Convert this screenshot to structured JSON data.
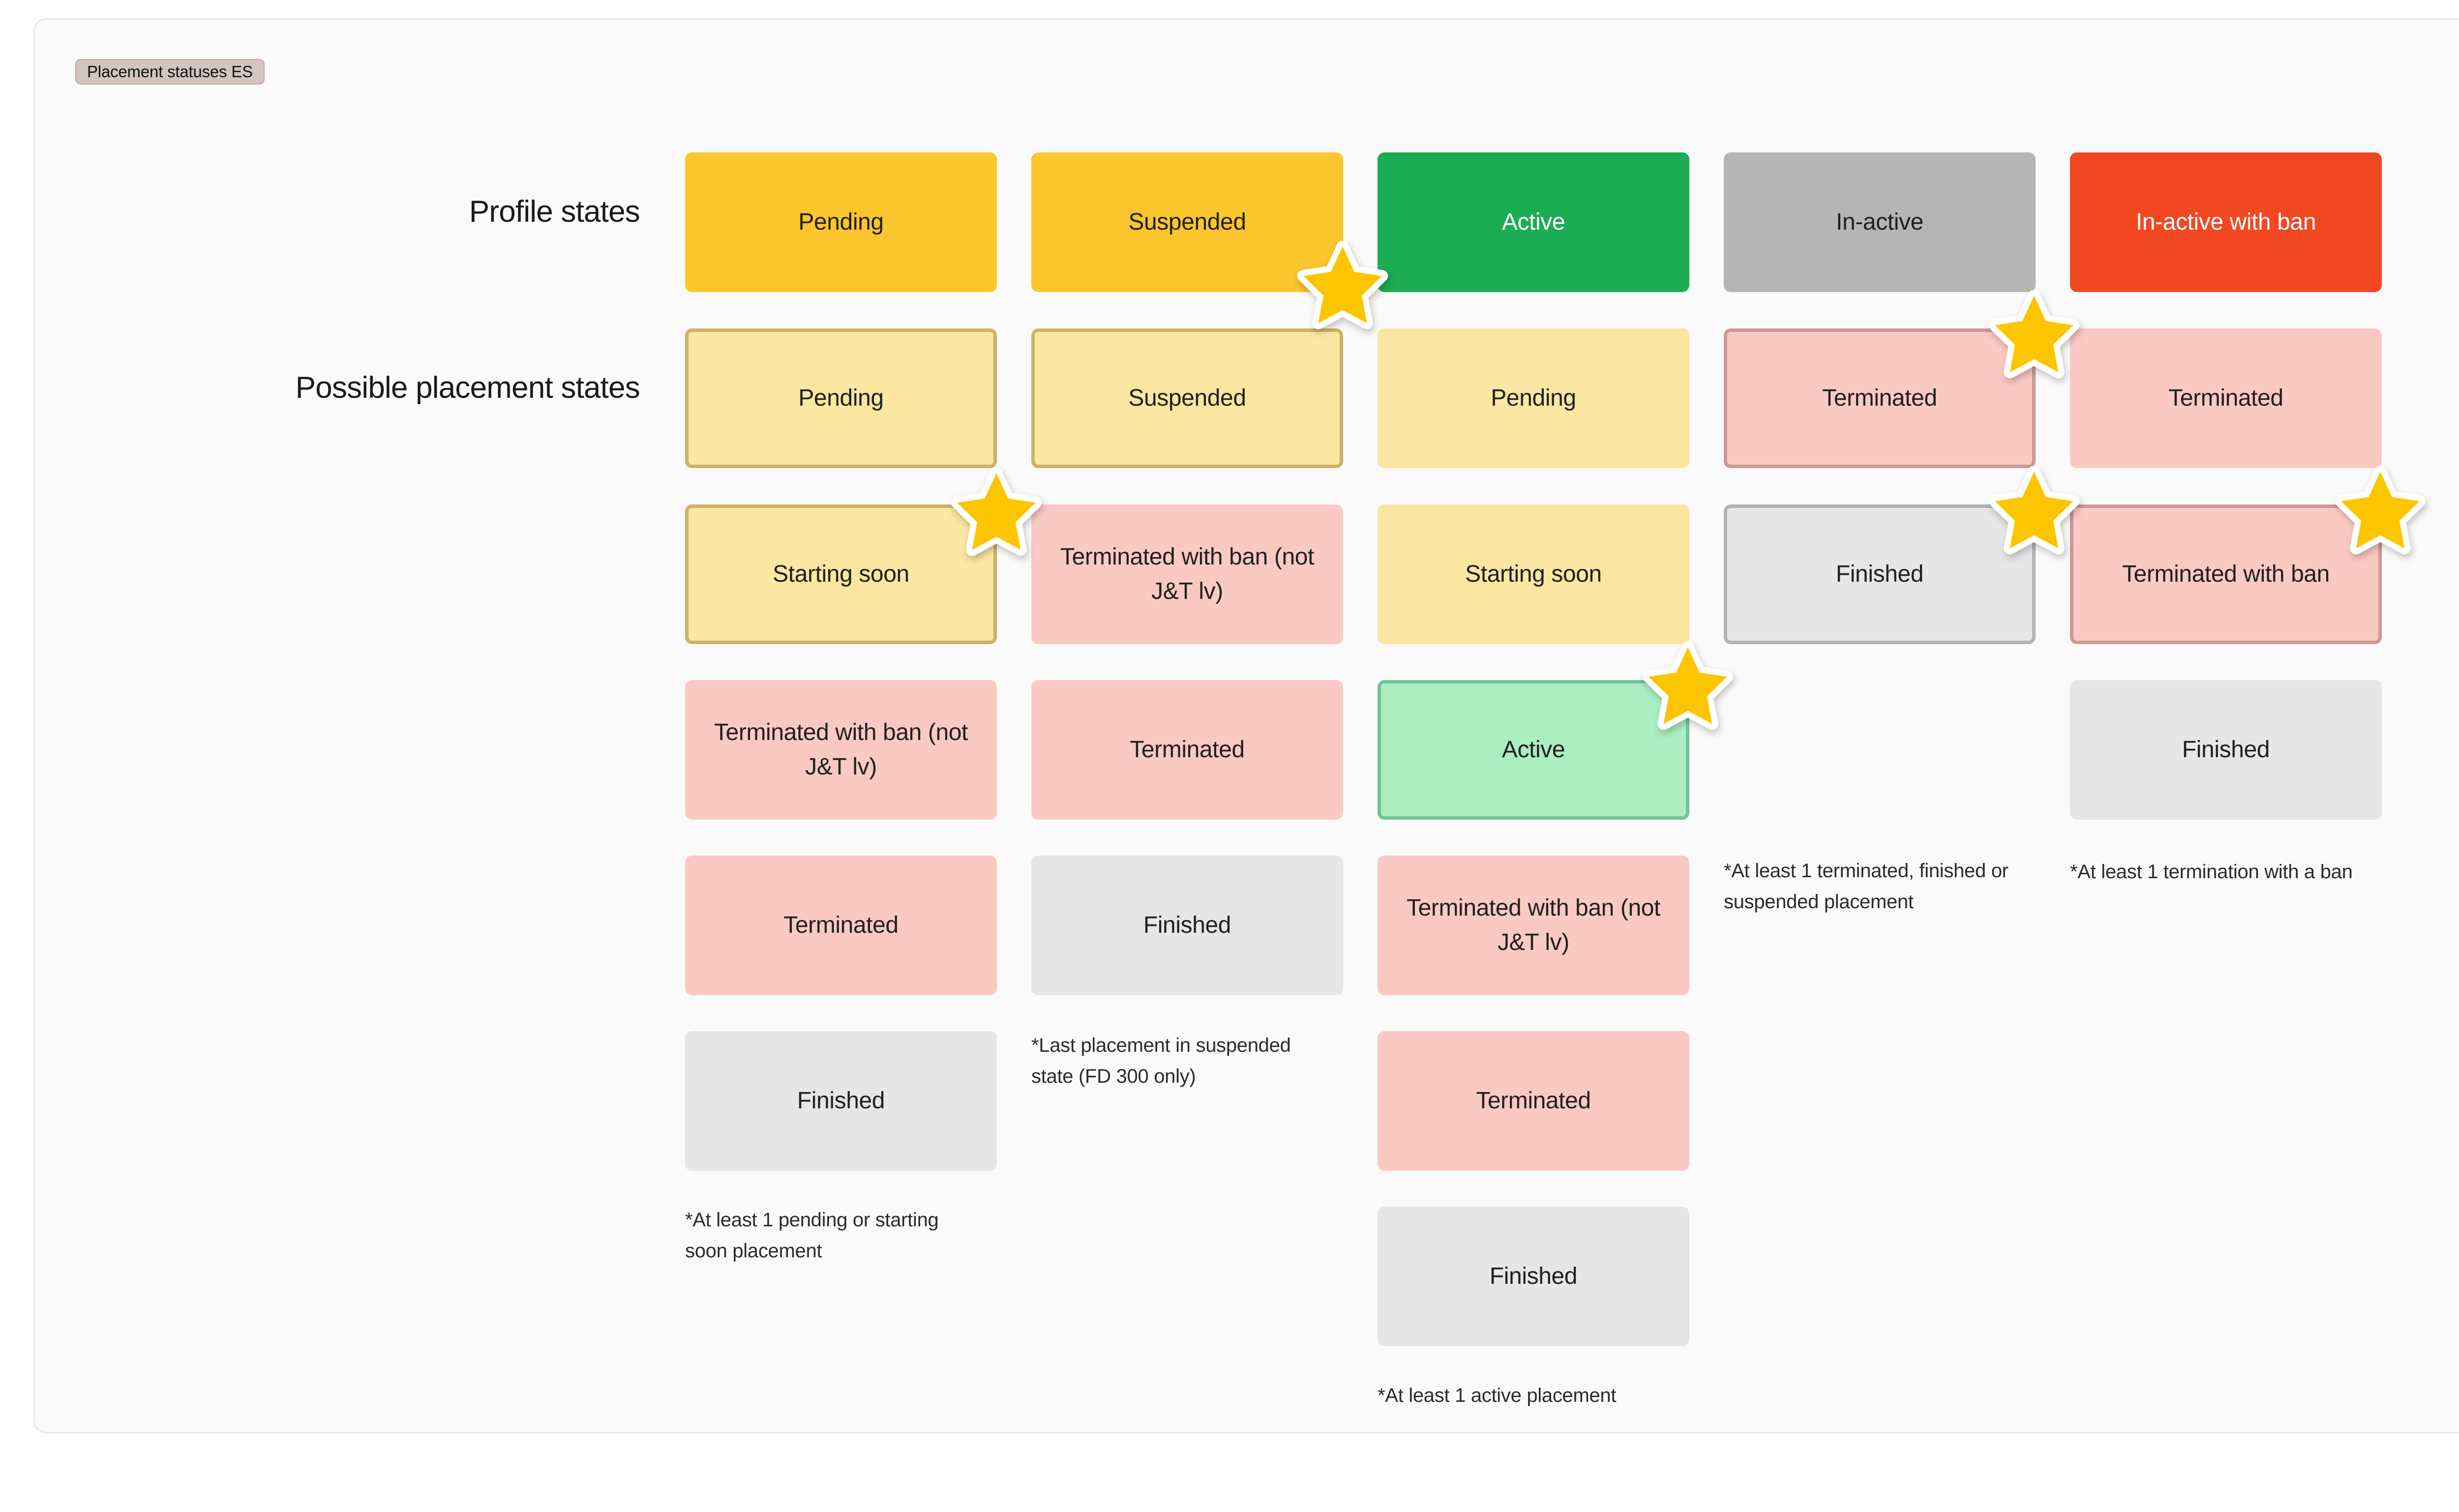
{
  "badge": {
    "label": "Placement statuses ES"
  },
  "labels": {
    "profile_states": "Profile states",
    "placement_states": "Possible placement states"
  },
  "colors": {
    "header_yellow": "#fbc52d",
    "header_green": "#1cac54",
    "header_gray": "#b5b5b5",
    "header_red": "#f24822",
    "cell_yellow": "#fbe6a2",
    "cell_pink": "#fbc9c4",
    "cell_gray": "#e6e6e6",
    "cell_green": "#aaeec2",
    "star": "#fdc500",
    "canvas": "#fafafa",
    "badge": "#d3c4c1"
  },
  "columns": [
    {
      "header": "Pending",
      "cells": [
        "Pending",
        "Starting soon",
        "Terminated with ban (not J&T lv)",
        "Terminated",
        "Finished"
      ],
      "note": "*At least 1 pending or starting soon placement"
    },
    {
      "header": "Suspended",
      "cells": [
        "Suspended",
        "Terminated with ban (not J&T lv)",
        "Terminated",
        "Finished"
      ],
      "note": "*Last placement in suspended state (FD 300 only)"
    },
    {
      "header": "Active",
      "cells": [
        "Pending",
        "Starting soon",
        "Active",
        "Terminated with ban (not J&T lv)",
        "Terminated",
        "Finished"
      ],
      "note": "*At least 1 active placement"
    },
    {
      "header": "In-active",
      "cells": [
        "Terminated",
        "Finished"
      ],
      "note": "*At least 1 terminated, finished or suspended placement"
    },
    {
      "header": "In-active with ban",
      "cells": [
        "Terminated",
        "Terminated with ban",
        "Finished"
      ],
      "note": "*At least 1 termination with a ban"
    }
  ],
  "star_markers": [
    {
      "column": "Suspended",
      "on_cell": "header-Suspended"
    },
    {
      "column": "Pending",
      "on_cell": "Starting soon"
    },
    {
      "column": "Active",
      "on_cell": "Active"
    },
    {
      "column": "In-active",
      "on_cell": "Terminated"
    },
    {
      "column": "In-active",
      "on_cell": "Finished"
    },
    {
      "column": "In-active with ban",
      "on_cell": "Terminated with ban"
    }
  ]
}
